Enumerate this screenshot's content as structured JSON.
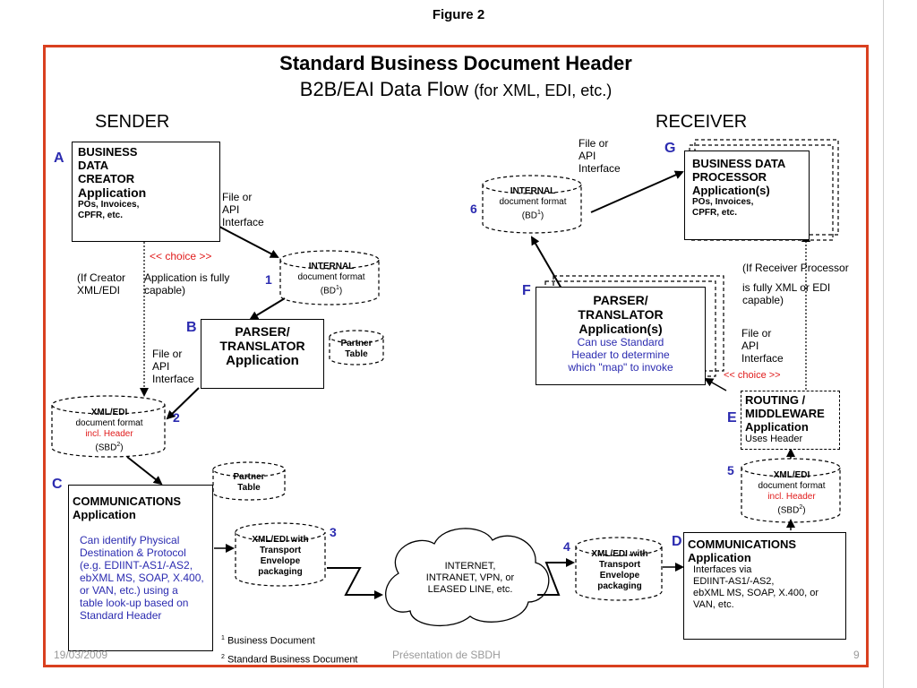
{
  "figure_label": "Figure 2",
  "title": "Standard Business Document Header",
  "subtitle": {
    "main": "B2B/EAI  Data Flow ",
    "paren": "(for XML, EDI, etc.)"
  },
  "sender_heading": "SENDER",
  "receiver_heading": "RECEIVER",
  "labels": {
    "A": "A",
    "B": "B",
    "C": "C",
    "D": "D",
    "E": "E",
    "F": "F",
    "G": "G"
  },
  "numbers": {
    "n1": "1",
    "n2": "2",
    "n3": "3",
    "n4": "4",
    "n5": "5",
    "n6": "6"
  },
  "box_a": {
    "line1": "BUSINESS",
    "line2": "DATA",
    "line3": "CREATOR",
    "line4": "Application",
    "detail1": "POs, Invoices,",
    "detail2": "CPFR, etc."
  },
  "box_b": {
    "line1": "PARSER/",
    "line2": "TRANSLATOR",
    "line3": "Application"
  },
  "partner_table_b": {
    "line1": "Partner",
    "line2": "Table"
  },
  "partner_table_c": {
    "line1": "Partner",
    "line2": "Table"
  },
  "box_c": {
    "line1": "COMMUNICATIONS",
    "line2": "Application",
    "desc1": "Can identify Physical",
    "desc2": "Destination & Protocol",
    "desc3": "(e.g. EDIINT-AS1/-AS2,",
    "desc4": "ebXML MS, SOAP, X.400,",
    "desc5": "or VAN, etc.) using a",
    "desc6": "table look-up based on",
    "desc7": "Standard Header"
  },
  "box_d": {
    "line1": "COMMUNICATIONS",
    "line2": "Application",
    "desc1": "Interfaces via",
    "desc2": "EDIINT-AS1/-AS2,",
    "desc3": "ebXML MS, SOAP, X.400, or",
    "desc4": "VAN, etc."
  },
  "box_e": {
    "line1": "ROUTING /",
    "line2": "MIDDLEWARE",
    "line3": "Application",
    "line4": "Uses Header"
  },
  "box_f": {
    "line1": "PARSER/",
    "line2": "TRANSLATOR",
    "line3": "Application(s)",
    "desc1": "Can use Standard",
    "desc2": "Header to determine",
    "desc3": "which \"map\" to invoke"
  },
  "box_g": {
    "line1": "BUSINESS DATA",
    "line2": "PROCESSOR",
    "line3": "Application(s)",
    "detail1": "POs, Invoices,",
    "detail2": "CPFR, etc."
  },
  "cyl1": {
    "line1": "INTERNAL",
    "line2": "document format",
    "line3": "(BD",
    "sup": "1",
    "close": ")"
  },
  "cyl6": {
    "line1": "INTERNAL",
    "line2": "document format",
    "line3": "(BD",
    "sup": "1",
    "close": ")"
  },
  "cyl2": {
    "line1": "XML/EDI",
    "line2": "document format",
    "line3": "incl. Header",
    "line4": "(SBD",
    "sup": "2",
    "close": ")"
  },
  "cyl5": {
    "line1": "XML/EDI",
    "line2": "document format",
    "line3": "incl. Header",
    "line4": "(SBD",
    "sup": "2",
    "close": ")"
  },
  "env3": {
    "line1": "XML/EDI with",
    "line2": "Transport",
    "line3": "Envelope",
    "line4": "packaging"
  },
  "env4": {
    "line1": "XML/EDI with",
    "line2": "Transport",
    "line3": "Envelope",
    "line4": "packaging"
  },
  "cloud": {
    "line1": "INTERNET,",
    "line2": "INTRANET, VPN, or",
    "line3": "LEASED LINE, etc."
  },
  "file_api_1": {
    "line1": "File or",
    "line2": "API",
    "line3": "Interface"
  },
  "file_api_2": {
    "line1": "File or",
    "line2": "API",
    "line3": "Interface"
  },
  "file_api_3": {
    "line1": "File or",
    "line2": "API",
    "line3": "Interface"
  },
  "file_api_4": {
    "line1": "File or",
    "line2": "API",
    "line3": "Interface"
  },
  "choice_left": "<<    choice    >>",
  "choice_right": "<<  choice  >>",
  "creator_note": {
    "line1": "(If Creator",
    "line2": "XML/EDI",
    "line1b": "Application is fully",
    "line2b": "capable)"
  },
  "receiver_note": {
    "line1": "(If Receiver",
    "line1b": "Processor",
    "line2": "is fully XML",
    "line2b": "or EDI",
    "line3": "capable)"
  },
  "footnotes": {
    "f1_sup": "1",
    "f1": " Business Document",
    "f2_sup": "2",
    "f2": " Standard Business Document"
  },
  "footer": {
    "date": "19/03/2009",
    "center": "Présentation de SBDH",
    "page": "9"
  }
}
